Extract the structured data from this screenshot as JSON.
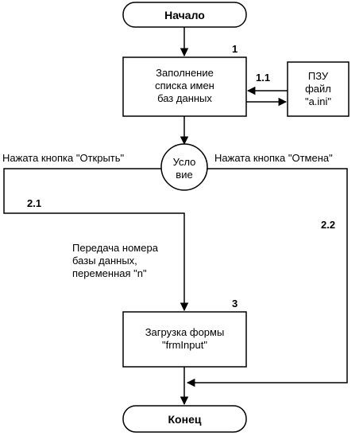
{
  "nodes": {
    "start": "Начало",
    "fill_list": [
      "Заполнение",
      "списка имен",
      "баз данных"
    ],
    "rom": [
      "ПЗУ",
      "файл",
      "\"a.ini\""
    ],
    "condition": [
      "Усло",
      "вие"
    ],
    "load_form": [
      "Загрузка формы",
      "\"frmInput\""
    ],
    "end": "Конец"
  },
  "numbers": {
    "n1": "1",
    "n11": "1.1",
    "n21": "2.1",
    "n22": "2.2",
    "n3": "3"
  },
  "edges": {
    "open_pressed": "Нажата кнопка \"Открыть\"",
    "cancel_pressed": "Нажата кнопка \"Отмена\"",
    "transfer": [
      "Передача номера",
      "базы данных,",
      "переменная \"n\""
    ]
  }
}
